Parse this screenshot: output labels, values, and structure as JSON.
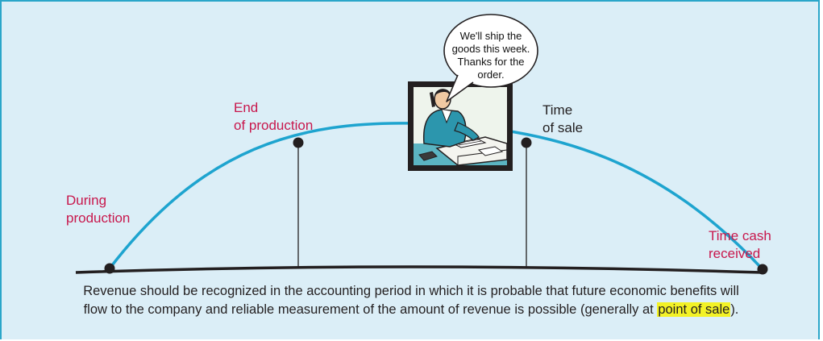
{
  "colors": {
    "background": "#dbeef7",
    "border": "#2aa6c9",
    "curve": "#1ea4cf",
    "red_label": "#c8174c",
    "highlight": "#f3f226"
  },
  "labels": {
    "during_production": "During\nproduction",
    "end_of_production": "End\nof production",
    "time_of_sale": "Time\nof sale",
    "time_cash_received": "Time cash\nreceived"
  },
  "speech_bubble": "We'll ship the goods this week. Thanks for the order.",
  "illustration": "businessman-on-phone-icon",
  "caption": {
    "before": "Revenue should be recognized in the accounting period in which it is probable that future economic benefits will flow to the company and reliable measurement of the amount of revenue is possible (generally at ",
    "highlight": "point of sale",
    "after": ")."
  }
}
